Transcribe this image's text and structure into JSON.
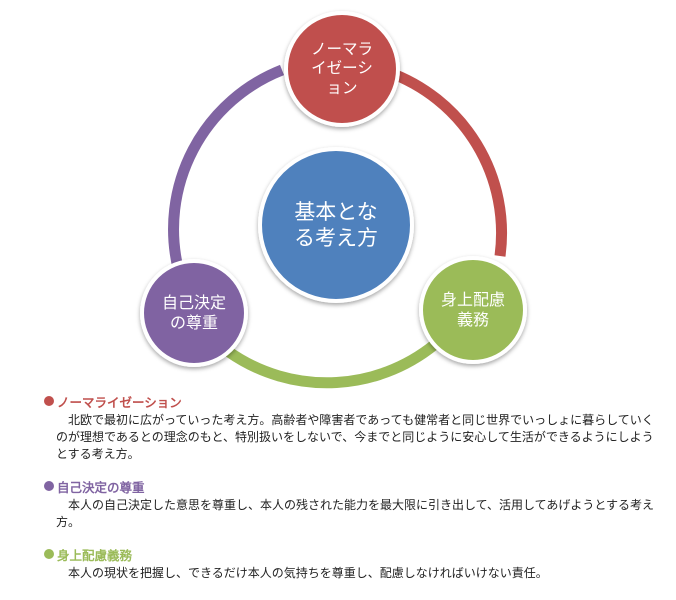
{
  "colors": {
    "center": "#4f81bd",
    "normalization": "#c0504d",
    "self_determination": "#8064a2",
    "personal_care": "#9bbb59",
    "heading_normalization": "#c0504d",
    "heading_self_determination": "#8064a2",
    "heading_personal_care": "#9bbb59"
  },
  "diagram": {
    "center_label": "基本とな\nる考え方",
    "top_label": "ノーマラ\nイゼーシ\nョン",
    "left_label": "自己決定\nの尊重",
    "right_label": "身上配慮\n義務"
  },
  "sections": [
    {
      "heading": "ノーマライゼーション",
      "body": "北欧で最初に広がっていった考え方。高齢者や障害者であっても健常者と同じ世界でいっしょに暮らしていくのが理想であるとの理念のもと、特別扱いをしないで、今までと同じように安心して生活ができるようにしようとする考え方。"
    },
    {
      "heading": "自己決定の尊重",
      "body": "本人の自己決定した意思を尊重し、本人の残された能力を最大限に引き出して、活用してあげようとする考え方。"
    },
    {
      "heading": "身上配慮義務",
      "body": "本人の現状を把握し、できるだけ本人の気持ちを尊重し、配慮しなければいけない責任。"
    }
  ]
}
